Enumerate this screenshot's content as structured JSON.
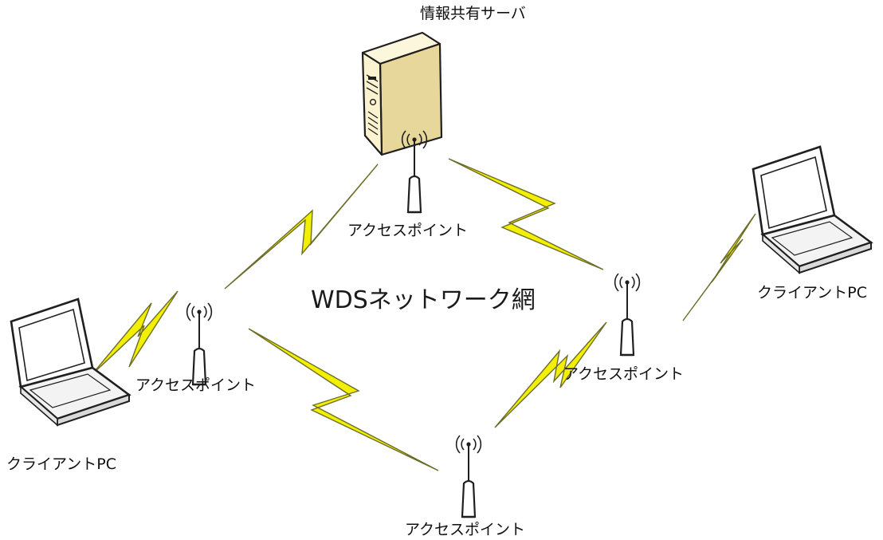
{
  "diagram": {
    "title": "WDSネットワーク網",
    "server_label": "情報共有サーバ",
    "access_points": [
      {
        "label": "アクセスポイント"
      },
      {
        "label": "アクセスポイント"
      },
      {
        "label": "アクセスポイント"
      },
      {
        "label": "アクセスポイント"
      }
    ],
    "clients": [
      {
        "label": "クライアントPC"
      },
      {
        "label": "クライアントPC"
      }
    ],
    "colors": {
      "lightning_fill": "#f2f000",
      "lightning_stroke": "#6d6d2a",
      "server_body": "#fbf3cf",
      "server_side": "#e9d9a2",
      "line": "#1f1f1f",
      "laptop_screen": "#ffffff",
      "laptop_base": "#f3f3f3"
    }
  }
}
